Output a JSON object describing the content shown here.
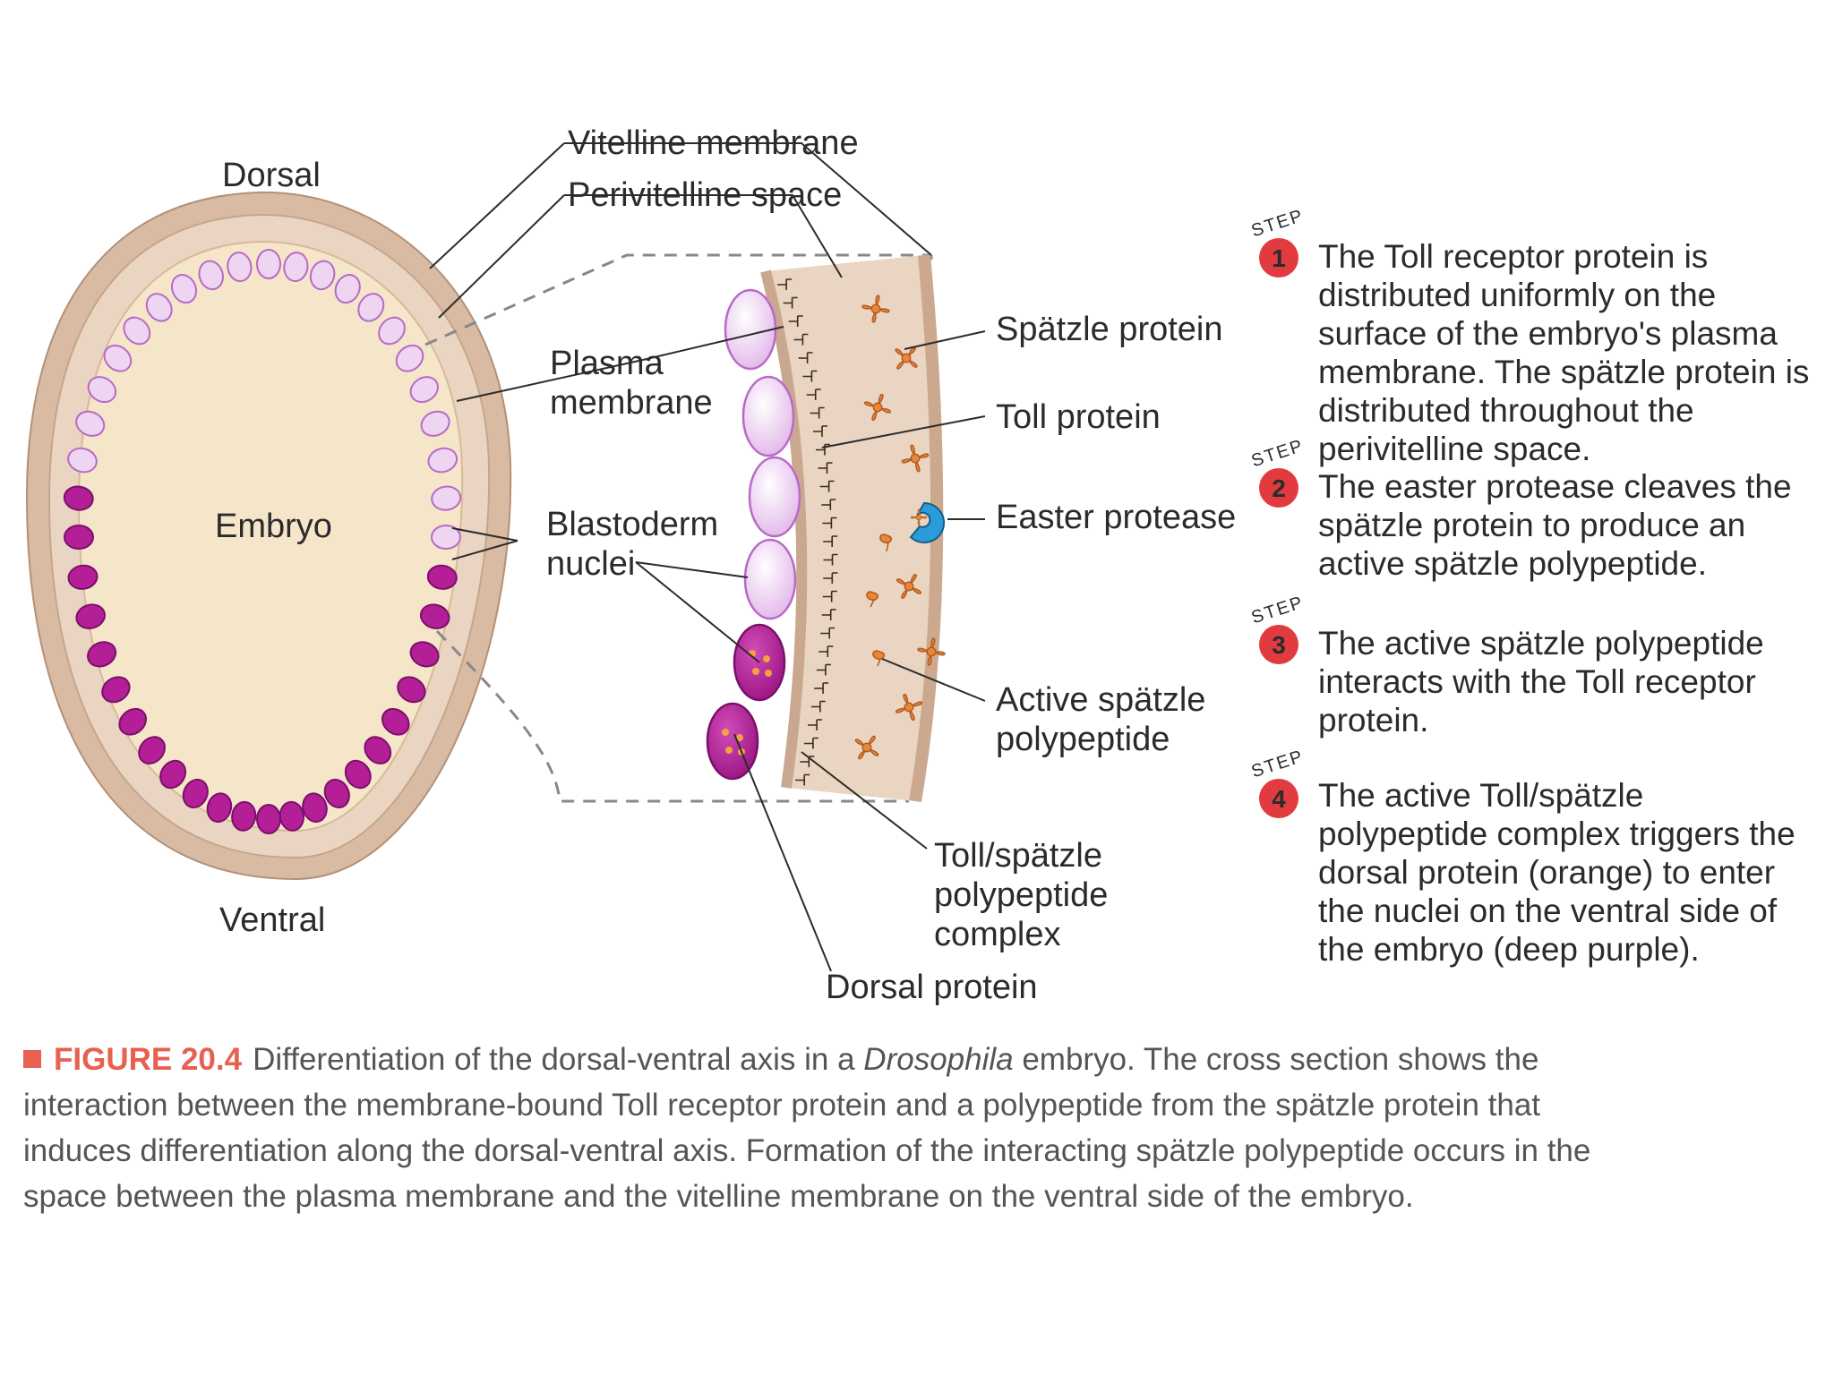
{
  "labels": {
    "dorsal": "Dorsal",
    "ventral": "Ventral",
    "embryo": "Embryo",
    "vitelline_membrane": "Vitelline membrane",
    "perivitelline_space": "Perivitelline space",
    "plasma_membrane_line1": "Plasma",
    "plasma_membrane_line2": "membrane",
    "blastoderm_nuclei_line1": "Blastoderm",
    "blastoderm_nuclei_line2": "nuclei",
    "spatzle_protein": "Spätzle protein",
    "toll_protein": "Toll protein",
    "easter_protease": "Easter protease",
    "active_spatzle_line1": "Active spätzle",
    "active_spatzle_line2": "polypeptide",
    "toll_complex_line1": "Toll/spätzle",
    "toll_complex_line2": "polypeptide",
    "toll_complex_line3": "complex",
    "dorsal_protein": "Dorsal protein"
  },
  "steps": [
    {
      "word": "STEP",
      "number": "1",
      "text": "The Toll receptor protein is distributed uniformly on the surface of the embryo's plasma membrane. The spätzle protein is distributed throughout the perivitelline space."
    },
    {
      "word": "STEP",
      "number": "2",
      "text": "The easter protease cleaves the spätzle protein to produce an active spätzle polypeptide."
    },
    {
      "word": "STEP",
      "number": "3",
      "text": "The active spätzle polypeptide interacts with the Toll receptor protein."
    },
    {
      "word": "STEP",
      "number": "4",
      "text": "The active Toll/spätzle polypeptide complex triggers the dorsal protein (orange) to enter the nuclei on the ventral side of the embryo (deep purple)."
    }
  ],
  "caption": {
    "figure_id": "FIGURE 20.4",
    "text_before": "Differentiation of the dorsal-ventral axis in a ",
    "italic": "Drosophila",
    "text_after": " embryo. The cross section shows the interaction between the membrane-bound Toll receptor protein and a polypeptide from the spätzle protein that induces differentiation along the dorsal-ventral axis. Formation of the interacting spätzle polypeptide occurs in the space between the plasma membrane and the vitelline membrane on the ventral side of the embryo."
  },
  "colors": {
    "vitelline": "#d9bba3",
    "perivitelline": "#ead5c2",
    "embryo": "#f6e6c9",
    "nucleus_light": "#eed5f2",
    "nucleus_light_stroke": "#b86ac6",
    "nucleus_dark": "#b41f97",
    "nucleus_dark_stroke": "#7a106a",
    "spatzle": "#e8863a",
    "easter": "#2b9cd8",
    "step_badge": "#e23b3f",
    "caption_accent": "#e8604f"
  }
}
